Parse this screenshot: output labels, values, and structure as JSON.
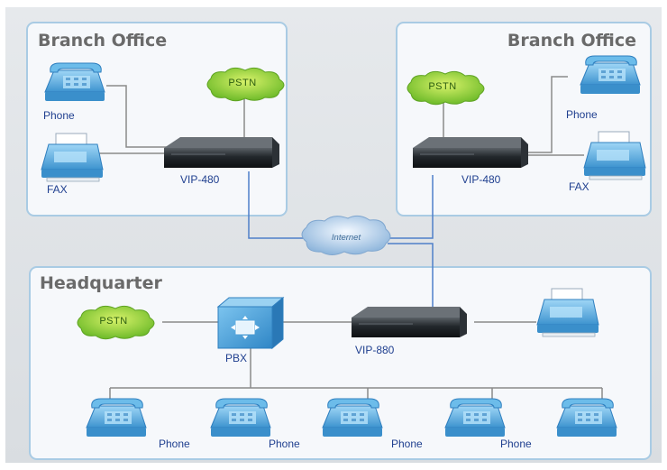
{
  "branch_left": {
    "title": "Branch Office",
    "pstn": "PSTN",
    "phone": "Phone",
    "fax": "FAX",
    "device": "VIP-480"
  },
  "branch_right": {
    "title": "Branch Office",
    "pstn": "PSTN",
    "phone": "Phone",
    "fax": "FAX",
    "device": "VIP-480"
  },
  "internet": {
    "label": "Internet"
  },
  "headquarter": {
    "title": "Headquarter",
    "pstn": "PSTN",
    "pbx": "PBX",
    "device": "VIP-880",
    "phones": [
      "Phone",
      "Phone",
      "Phone",
      "Phone"
    ]
  },
  "colors": {
    "background": "#e9ebed",
    "panel_fill": "#f6f8fb",
    "panel_border": "#a9cbe4",
    "title": "#6a6a6a",
    "label": "#1f3f8f",
    "line": "#8a8a8a",
    "internet_line": "#4f7fc9",
    "device": "#1e2226",
    "phone": "#58aee4",
    "pstn_cloud": "#8ed23a"
  }
}
